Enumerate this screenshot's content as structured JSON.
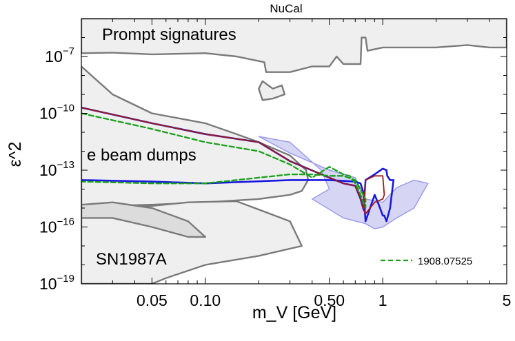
{
  "chart_data": {
    "type": "line",
    "title": "",
    "xlabel": "m_V [GeV]",
    "ylabel": "ε^2",
    "x_scale": "log",
    "y_scale": "log",
    "xlim": [
      0.02,
      5
    ],
    "ylim": [
      1e-19,
      1e-05
    ],
    "x_ticks": [
      {
        "value": 0.05,
        "label": "0.05"
      },
      {
        "value": 0.1,
        "label": "0.10"
      },
      {
        "value": 0.5,
        "label": "0.50"
      },
      {
        "value": 1,
        "label": "1"
      },
      {
        "value": 5,
        "label": "5"
      }
    ],
    "y_ticks": [
      {
        "value": 1e-07,
        "base": "10",
        "exp": "−7"
      },
      {
        "value": 1e-10,
        "base": "10",
        "exp": "−10"
      },
      {
        "value": 1e-13,
        "base": "10",
        "exp": "−13"
      },
      {
        "value": 1e-16,
        "base": "10",
        "exp": "−16"
      },
      {
        "value": 1e-19,
        "base": "10",
        "exp": "−19"
      }
    ],
    "grid": false,
    "legend_position": "bottom-right",
    "colors": {
      "excluded_fill": "#efefef",
      "excluded_stroke": "#7a7a7a",
      "sn_inner_fill": "#dcdcdc",
      "projection_band": "#d6d6f4",
      "projection_band_edge": "#9b9bea",
      "blue": "#1818e0",
      "red": "#a01818",
      "green": "#18a018"
    },
    "annotations": [
      {
        "text": "NuCal",
        "x": 0.49,
        "y": 4e-05
      },
      {
        "text": "Prompt signatures",
        "x": 0.14,
        "y": 1e-06
      },
      {
        "text": "e beam dumps",
        "x": 0.09,
        "y": 1e-12
      },
      {
        "text": "SN1987A",
        "x": 0.055,
        "y": 2.5e-18
      }
    ],
    "regions": [
      {
        "name": "prompt",
        "fill": "#efefef",
        "stroke": "#7a7a7a",
        "polygon": [
          [
            0.02,
            1e-05
          ],
          [
            5,
            1e-05
          ],
          [
            5,
            3e-07
          ],
          [
            4,
            3e-07
          ],
          [
            3,
            4e-07
          ],
          [
            2,
            3e-07
          ],
          [
            1,
            3e-07
          ],
          [
            0.82,
            2e-07
          ],
          [
            0.8,
            1e-06
          ],
          [
            0.76,
            1e-06
          ],
          [
            0.75,
            4e-08
          ],
          [
            0.6,
            4e-08
          ],
          [
            0.55,
            1e-07
          ],
          [
            0.5,
            3e-08
          ],
          [
            0.4,
            3e-08
          ],
          [
            0.3,
            1.5e-08
          ],
          [
            0.22,
            1.5e-08
          ],
          [
            0.215,
            5e-08
          ],
          [
            0.15,
            1e-07
          ],
          [
            0.1,
            1.5e-07
          ],
          [
            0.05,
            1.3e-07
          ],
          [
            0.03,
            1.6e-07
          ],
          [
            0.02,
            1.5e-07
          ]
        ]
      },
      {
        "name": "beam_dumps",
        "fill": "#efefef",
        "stroke": "#7a7a7a",
        "polygon": [
          [
            0.02,
            3e-08
          ],
          [
            0.03,
            1e-09
          ],
          [
            0.05,
            1e-10
          ],
          [
            0.1,
            3e-11
          ],
          [
            0.15,
            8e-12
          ],
          [
            0.2,
            3e-12
          ],
          [
            0.3,
            6e-13
          ],
          [
            0.37,
            1e-13
          ],
          [
            0.38,
            3e-14
          ],
          [
            0.35,
            8e-15
          ],
          [
            0.3,
            5e-15
          ],
          [
            0.2,
            3e-15
          ],
          [
            0.1,
            2e-15
          ],
          [
            0.05,
            1.5e-15
          ],
          [
            0.02,
            1.2e-15
          ]
        ]
      },
      {
        "name": "nucal_island",
        "fill": "#efefef",
        "stroke": "#7a7a7a",
        "polygon": [
          [
            0.21,
            5e-09
          ],
          [
            0.24,
            2e-09
          ],
          [
            0.27,
            3e-09
          ],
          [
            0.28,
            1e-09
          ],
          [
            0.24,
            6e-10
          ],
          [
            0.21,
            5e-10
          ],
          [
            0.2,
            2e-09
          ]
        ]
      },
      {
        "name": "sn1987a",
        "fill": "#efefef",
        "stroke": "#7a7a7a",
        "polygon": [
          [
            0.02,
            1.2e-15
          ],
          [
            0.05,
            1.3e-15
          ],
          [
            0.08,
            2e-15
          ],
          [
            0.15,
            2.3e-15
          ],
          [
            0.3,
            2e-16
          ],
          [
            0.35,
            1e-17
          ],
          [
            0.2,
            3e-18
          ],
          [
            0.1,
            1e-18
          ],
          [
            0.06,
            2e-19
          ],
          [
            0.05,
            1e-19
          ],
          [
            0.02,
            1e-19
          ]
        ]
      },
      {
        "name": "sn1987a_inner",
        "fill": "#dcdcdc",
        "stroke": "#7a7a7a",
        "polygon": [
          [
            0.02,
            1.5e-15
          ],
          [
            0.03,
            2e-15
          ],
          [
            0.05,
            1e-15
          ],
          [
            0.08,
            2e-16
          ],
          [
            0.1,
            3e-17
          ],
          [
            0.08,
            3e-17
          ],
          [
            0.05,
            1e-16
          ],
          [
            0.03,
            3e-16
          ],
          [
            0.02,
            3e-16
          ]
        ]
      }
    ],
    "series": [
      {
        "key": "band",
        "kind": "band",
        "color": "#d6d6f4",
        "edge": "#9b9bea",
        "x": [
          0.2,
          0.3,
          0.5,
          0.7,
          0.8,
          1,
          1.2,
          1.5,
          1.8,
          1.8,
          1.5,
          1.2,
          1,
          0.9,
          0.8,
          0.6,
          0.4,
          0.5,
          0.45,
          0.3,
          0.2
        ],
        "y": [
          6e-12,
          8e-13,
          1e-13,
          4e-14,
          3e-15,
          2e-15,
          1.2e-14,
          3e-14,
          2e-14,
          2e-14,
          1e-15,
          3e-16,
          1e-16,
          8e-17,
          1.5e-16,
          3e-16,
          3e-15,
          1e-14,
          1e-13,
          3e-12,
          6e-12
        ]
      },
      {
        "key": "blue",
        "kind": "line",
        "color": "#1818e0",
        "width": 2.6,
        "x": [
          0.02,
          0.05,
          0.1,
          0.2,
          0.3,
          0.5,
          0.6,
          0.7,
          0.75,
          0.78,
          0.8,
          0.9,
          1,
          1.05,
          1.06,
          1.1,
          1.15,
          1.1,
          1.05,
          1.02,
          1.0,
          0.95,
          0.9,
          0.8,
          0.78,
          0.75,
          0.7,
          0.5,
          0.3,
          0.1,
          0.05,
          0.02
        ],
        "y": [
          2e-10,
          3e-11,
          8e-12,
          3e-12,
          3e-13,
          4e-14,
          2e-14,
          1.5e-14,
          3e-15,
          8e-16,
          3e-14,
          6e-14,
          1.2e-13,
          1e-13,
          5e-14,
          3e-14,
          3e-14,
          1e-15,
          2e-16,
          4e-16,
          4e-16,
          1.5e-15,
          5e-15,
          2e-16,
          6e-15,
          2e-14,
          2.5e-14,
          3e-14,
          3e-14,
          2e-14,
          2.5e-14,
          3e-14
        ]
      },
      {
        "key": "red",
        "kind": "line",
        "color": "#a01818",
        "width": 1.8,
        "x": [
          0.02,
          0.05,
          0.1,
          0.2,
          0.3,
          0.5,
          0.6,
          0.7,
          0.75,
          0.78,
          0.8,
          0.9,
          1,
          1.02,
          1.0,
          0.9,
          0.8,
          0.78
        ],
        "y": [
          2e-10,
          3e-11,
          8e-12,
          3e-12,
          3e-13,
          4e-14,
          2e-14,
          1.5e-14,
          3e-15,
          8e-16,
          3e-14,
          5e-14,
          5e-14,
          5e-15,
          3e-15,
          2e-15,
          5e-16,
          8e-16
        ]
      },
      {
        "key": "1908.07525",
        "name": "1908.07525",
        "kind": "line",
        "color": "#18a018",
        "width": 2.3,
        "dash": "7,4",
        "x": [
          0.02,
          0.05,
          0.1,
          0.2,
          0.3,
          0.4,
          0.5,
          0.6,
          0.65,
          0.7,
          0.75,
          0.8,
          0.8,
          0.7,
          0.6,
          0.5,
          0.4,
          0.3,
          0.2,
          0.1,
          0.05,
          0.02
        ],
        "y": [
          1e-10,
          1.5e-11,
          3e-12,
          1e-12,
          2e-13,
          4e-14,
          1.5e-13,
          6e-14,
          5e-14,
          2e-14,
          5e-15,
          1e-15,
          3e-15,
          3e-14,
          5e-14,
          5e-14,
          6e-14,
          6e-14,
          4e-14,
          2e-14,
          2e-14,
          2.5e-14
        ]
      }
    ],
    "legend": [
      {
        "series_key": "1908.07525",
        "label": "1908.07525",
        "color": "#18a018",
        "dash": "7,4"
      }
    ]
  }
}
